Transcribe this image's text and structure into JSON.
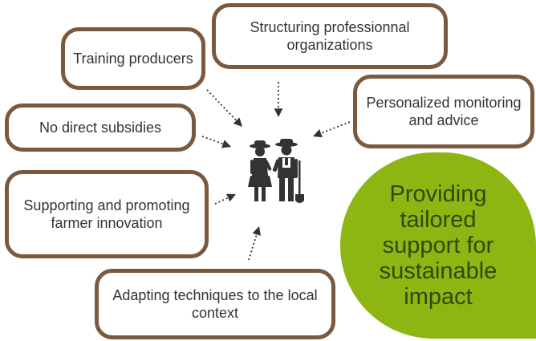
{
  "boxes": {
    "training": "Training producers",
    "structuring": "Structuring professionnal organizations",
    "monitoring": "Personalized monitoring and advice",
    "subsidies": "No direct subsidies",
    "innovation": "Supporting and promoting farmer innovation",
    "adapting": "Adapting techniques to the local context"
  },
  "center_message": "Providing tailored support for sustainable impact",
  "colors": {
    "box_border": "#7a5a3e",
    "highlight_fill": "#8db612",
    "highlight_text": "#2e4a08",
    "arrow": "#333333"
  },
  "center_icon": "farmers-couple-icon"
}
